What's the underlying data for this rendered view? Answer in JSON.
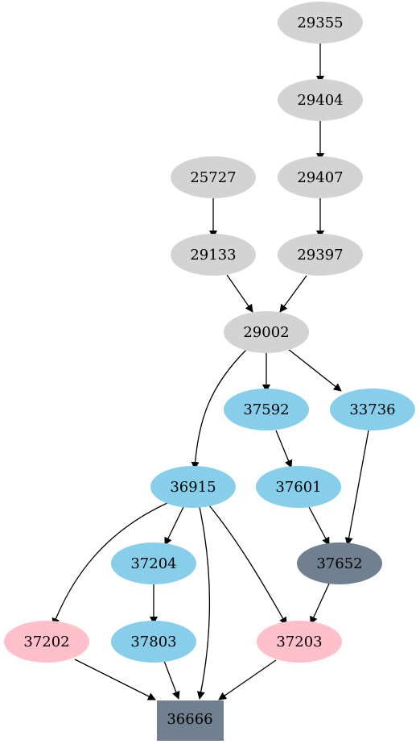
{
  "colors": {
    "gray": "#d3d3d3",
    "sky": "#87ceeb",
    "pink": "#ffc0cb",
    "slate": "#708090",
    "edge": "#000000",
    "text": "#000000"
  },
  "nodes": [
    {
      "id": "n29355",
      "label": "29355",
      "shape": "ellipse",
      "color": "gray"
    },
    {
      "id": "n29404",
      "label": "29404",
      "shape": "ellipse",
      "color": "gray"
    },
    {
      "id": "n25727",
      "label": "25727",
      "shape": "ellipse",
      "color": "gray"
    },
    {
      "id": "n29407",
      "label": "29407",
      "shape": "ellipse",
      "color": "gray"
    },
    {
      "id": "n29133",
      "label": "29133",
      "shape": "ellipse",
      "color": "gray"
    },
    {
      "id": "n29397",
      "label": "29397",
      "shape": "ellipse",
      "color": "gray"
    },
    {
      "id": "n29002",
      "label": "29002",
      "shape": "ellipse",
      "color": "gray"
    },
    {
      "id": "n37592",
      "label": "37592",
      "shape": "ellipse",
      "color": "sky"
    },
    {
      "id": "n33736",
      "label": "33736",
      "shape": "ellipse",
      "color": "sky"
    },
    {
      "id": "n36915",
      "label": "36915",
      "shape": "ellipse",
      "color": "sky"
    },
    {
      "id": "n37601",
      "label": "37601",
      "shape": "ellipse",
      "color": "sky"
    },
    {
      "id": "n37204",
      "label": "37204",
      "shape": "ellipse",
      "color": "sky"
    },
    {
      "id": "n37652",
      "label": "37652",
      "shape": "ellipse",
      "color": "slate"
    },
    {
      "id": "n37202",
      "label": "37202",
      "shape": "ellipse",
      "color": "pink"
    },
    {
      "id": "n37803",
      "label": "37803",
      "shape": "ellipse",
      "color": "sky"
    },
    {
      "id": "n37203",
      "label": "37203",
      "shape": "ellipse",
      "color": "pink"
    },
    {
      "id": "n36666",
      "label": "36666",
      "shape": "box",
      "color": "slate"
    }
  ],
  "edges": [
    {
      "from": "29355",
      "to": "29404"
    },
    {
      "from": "29404",
      "to": "29407"
    },
    {
      "from": "29407",
      "to": "29397"
    },
    {
      "from": "25727",
      "to": "29133"
    },
    {
      "from": "29133",
      "to": "29002"
    },
    {
      "from": "29397",
      "to": "29002"
    },
    {
      "from": "29002",
      "to": "36915"
    },
    {
      "from": "29002",
      "to": "37592"
    },
    {
      "from": "29002",
      "to": "33736"
    },
    {
      "from": "37592",
      "to": "37601"
    },
    {
      "from": "37601",
      "to": "37652"
    },
    {
      "from": "33736",
      "to": "37652"
    },
    {
      "from": "36915",
      "to": "37202"
    },
    {
      "from": "36915",
      "to": "37204"
    },
    {
      "from": "36915",
      "to": "36666"
    },
    {
      "from": "36915",
      "to": "37203"
    },
    {
      "from": "37204",
      "to": "37803"
    },
    {
      "from": "37652",
      "to": "37203"
    },
    {
      "from": "37202",
      "to": "36666"
    },
    {
      "from": "37803",
      "to": "36666"
    },
    {
      "from": "37203",
      "to": "36666"
    }
  ]
}
